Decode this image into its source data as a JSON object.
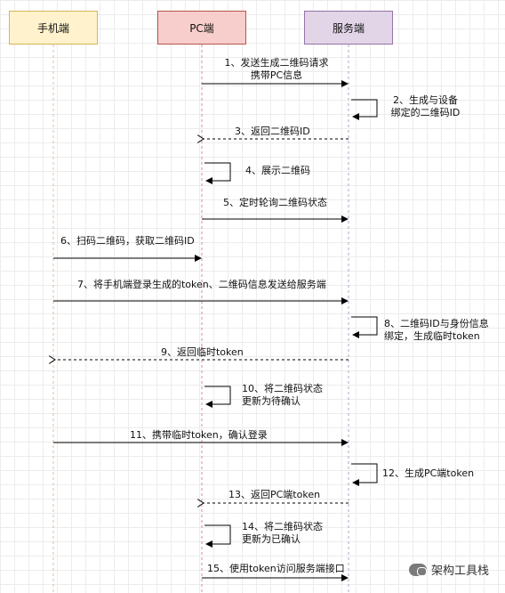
{
  "actors": {
    "phone": "手机端",
    "pc": "PC端",
    "server": "服务端"
  },
  "messages": {
    "m1": [
      "1、发送生成二维码请求",
      "携带PC信息"
    ],
    "m2": [
      "2、生成与设备",
      "绑定的二维码ID"
    ],
    "m3": "3、返回二维码ID",
    "m4": "4、展示二维码",
    "m5": "5、定时轮询二维码状态",
    "m6": "6、扫码二维码，获取二维码ID",
    "m7": "7、将手机端登录生成的token、二维码信息发送给服务端",
    "m8": [
      "8、二维码ID与身份信息",
      "绑定，生成临时token"
    ],
    "m9": "9、返回临时token",
    "m10": [
      "10、将二维码状态",
      "更新为待确认"
    ],
    "m11": "11、携带临时token，确认登录",
    "m12": "12、生成PC端token",
    "m13": "13、返回PC端token",
    "m14": [
      "14、将二维码状态",
      "更新为已确认"
    ],
    "m15": "15、使用token访问服务端接口"
  },
  "watermark": "架构工具栈",
  "colors": {
    "phone_fill": "#fff2cc",
    "phone_border": "#d6b656",
    "pc_fill": "#f8cecc",
    "pc_border": "#b85450",
    "server_fill": "#e1d5e7",
    "server_border": "#9673a6",
    "lifeline_phone": "#e6b8a2",
    "lifeline_pc": "#d98c8c",
    "lifeline_server": "#b8a3c9"
  }
}
